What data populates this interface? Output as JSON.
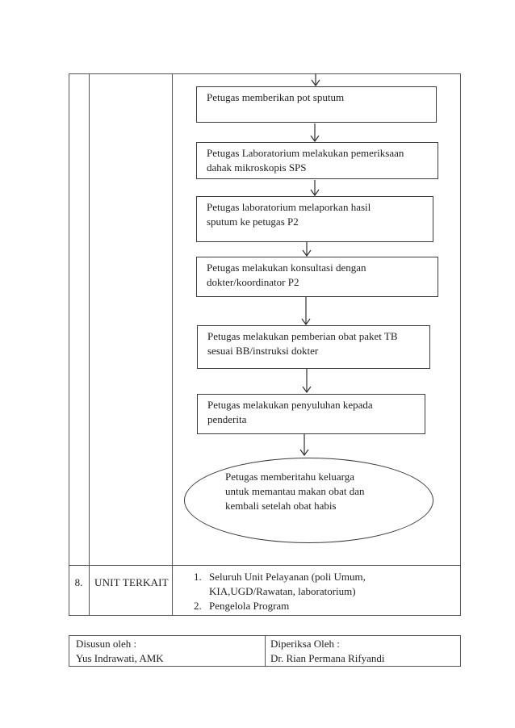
{
  "colors": {
    "page_background": "#ffffff",
    "table_line": "#565656",
    "shape_line": "#3c3c3c",
    "text": "#1e1e1e"
  },
  "flowchart": {
    "steps": [
      {
        "text": "Petugas memberikan pot sputum"
      },
      {
        "text": "Petugas Laboratorium melakukan pemeriksaan\ndahak mikroskopis SPS"
      },
      {
        "text": "Petugas laboratorium melaporkan hasil\nsputum ke petugas P2"
      },
      {
        "text": "Petugas melakukan konsultasi dengan\ndokter/koordinator P2"
      },
      {
        "text": "Petugas melakukan pemberian obat paket TB\nsesuai BB/instruksi dokter"
      },
      {
        "text": "Petugas melakukan penyuluhan kepada\npenderita"
      }
    ],
    "terminator": {
      "text": "Petugas memberitahu keluarga\nuntuk memantau makan obat dan\nkembali setelah obat habis"
    }
  },
  "unit_row": {
    "number": "8.",
    "label": "UNIT TERKAIT",
    "items": [
      {
        "num": "1.",
        "text": "Seluruh Unit Pelayanan (poli Umum,\nKIA,UGD/Rawatan, laboratorium)"
      },
      {
        "num": "2.",
        "text": "Pengelola Program"
      }
    ]
  },
  "footer": {
    "prepared_label": "Disusun oleh :",
    "prepared_name": "Yus Indrawati, AMK",
    "checked_label": "Diperiksa Oleh :",
    "checked_name": "Dr. Rian Permana Rifyandi"
  }
}
